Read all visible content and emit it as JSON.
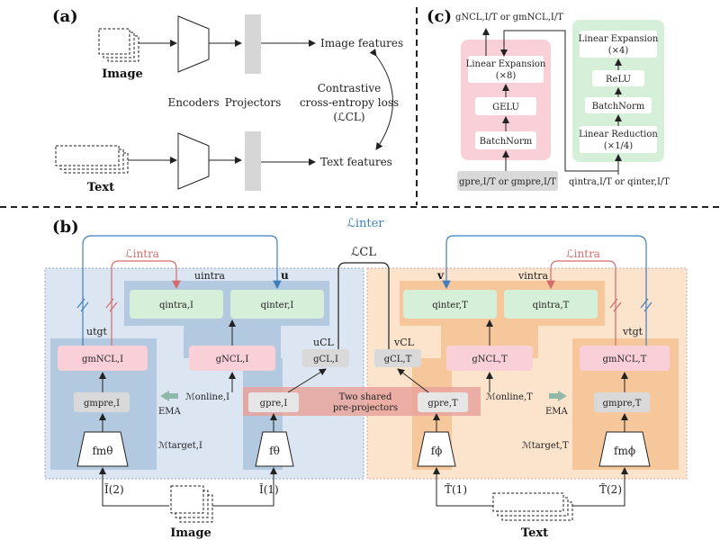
{
  "panel_a": {
    "label": "(a)",
    "image_label": "Image",
    "text_label": "Text",
    "encoders_label": "Encoders",
    "projectors_label": "Projectors",
    "image_features": "Image features",
    "text_features": "Text features",
    "loss_line1": "Contrastive",
    "loss_line2": "cross-entropy loss",
    "loss_line3": "(ℒCL)"
  },
  "panel_c": {
    "label": "(c)",
    "top_output": "gNCL,I/T or gmNCL,I/T",
    "left_block": [
      "Linear Expansion",
      "(×8)",
      "GELU",
      "BatchNorm"
    ],
    "left_input": "gpre,I/T or gmpre,I/T",
    "right_block": [
      "Linear Expansion",
      "(×4)",
      "ReLU",
      "BatchNorm",
      "Linear Reduction",
      "(×1/4)"
    ],
    "right_input": "qintra,I/T or qinter,I/T"
  },
  "panel_b": {
    "label": "(b)",
    "l_inter": "ℒinter",
    "l_intra": "ℒintra",
    "l_cl": "ℒCL",
    "u_intra": "uintra",
    "u": "u",
    "u_tgt": "utgt",
    "u_cl": "uCL",
    "v": "v",
    "v_intra": "vintra",
    "v_tgt": "vtgt",
    "v_cl": "vCL",
    "q_intra_i": "qintra,I",
    "q_inter_i": "qinter,I",
    "q_inter_t": "qinter,T",
    "q_intra_t": "qintra,T",
    "g_ncl_m_i": "gmNCL,I",
    "g_ncl_i": "gNCL,I",
    "g_cl_i": "gCL,I",
    "g_cl_t": "gCL,T",
    "g_ncl_t": "gNCL,T",
    "g_ncl_m_t": "gmNCL,T",
    "g_pre_m_i": "gmpre,I",
    "g_pre_i": "gpre,I",
    "g_pre_t": "gpre,T",
    "g_pre_m_t": "gmpre,T",
    "m_online_i": "ℳonline,I",
    "m_online_t": "ℳonline,T",
    "m_target_i": "ℳtarget,I",
    "m_target_t": "ℳtarget,T",
    "ema": "EMA",
    "shared_line1": "Two shared",
    "shared_line2": "pre-projectors",
    "f_theta_m": "fmθ",
    "f_theta": "fθ",
    "f_phi": "fϕ",
    "f_phi_m": "fmϕ",
    "i2": "Ĩ(2)",
    "i1": "Ĩ(1)",
    "t1": "T̃(1)",
    "t2": "T̃(2)",
    "image_label": "Image",
    "text_label": "Text"
  },
  "colors": {
    "blue_bg": "#dbe6f2",
    "blue_dark": "#b3c9df",
    "orange_bg": "#fbe3cc",
    "orange_dark": "#f7c79c",
    "green_box": "#d6efd9",
    "pink_box": "#f9cfd8",
    "gray_box": "#d9d9d9",
    "shared_red": "#e8a39c",
    "inter_blue": "#3f7fbf",
    "intra_red": "#d66a6a"
  }
}
